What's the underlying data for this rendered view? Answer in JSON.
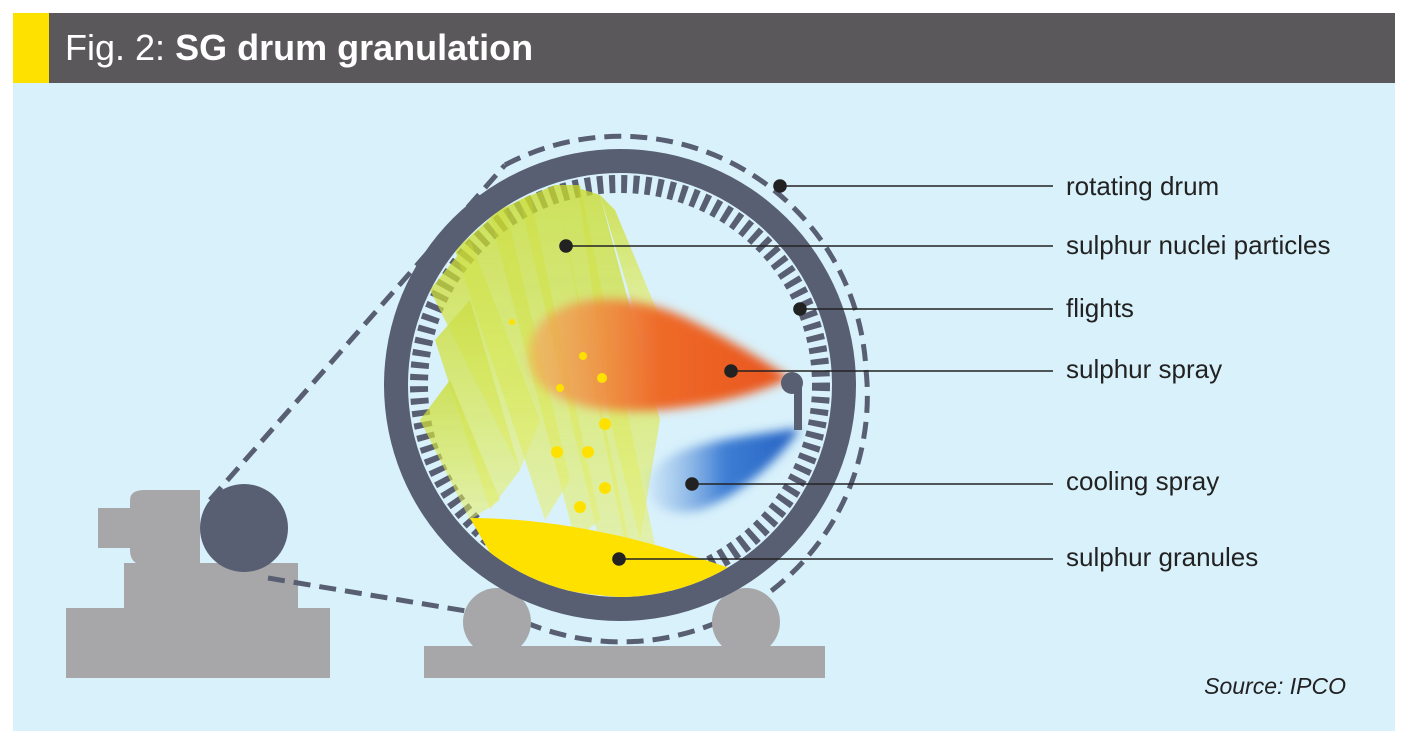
{
  "figure": {
    "prefix": "Fig. 2:",
    "title": "SG drum granulation"
  },
  "labels": {
    "rotating_drum": "rotating drum",
    "sulphur_nuclei": "sulphur nuclei particles",
    "flights": "flights",
    "sulphur_spray": "sulphur spray",
    "cooling_spray": "cooling spray",
    "sulphur_granules": "sulphur granules"
  },
  "source": "Source: IPCO",
  "colors": {
    "header": "#5a585a",
    "accent": "#ffe100",
    "background": "#d9f1fb",
    "drum": "#585f72",
    "machinery": "#a7a7a9",
    "sulphur_spray": "#ee6a28",
    "cooling_spray": "#2d6fc9",
    "granules": "#ffe100",
    "curtain": "#d4e63c"
  }
}
